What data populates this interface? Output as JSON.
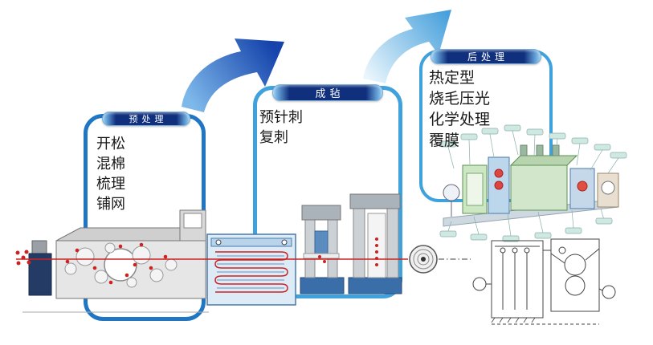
{
  "stages": [
    {
      "title": "预处理",
      "items": [
        "开松",
        "混棉",
        "梳理",
        "铺网"
      ]
    },
    {
      "title": "成毡",
      "items": [
        "预针刺",
        "复刺"
      ]
    },
    {
      "title": "后处理",
      "items": [
        "热定型",
        "烧毛压光",
        "化学处理",
        "覆膜"
      ]
    }
  ],
  "illustrations": [
    "opening-carding-machine",
    "cross-lapper",
    "pre-needle-loom",
    "main-needle-loom",
    "wound-felt-roll",
    "finishing-line-3d",
    "finishing-schematic"
  ],
  "colors": {
    "panel1_border": "#2176c4",
    "panel23_border": "#3fa2dc",
    "pill_dark": "#10307e",
    "pill_light": "#a6d2f0",
    "arrow1_light": "#7db8ea",
    "arrow1_dark": "#1644ac",
    "arrow2_light": "#eaf6fc",
    "arrow2_dark": "#47a0dc",
    "thread_red": "#cc2222",
    "text": "#1a1a1a"
  }
}
